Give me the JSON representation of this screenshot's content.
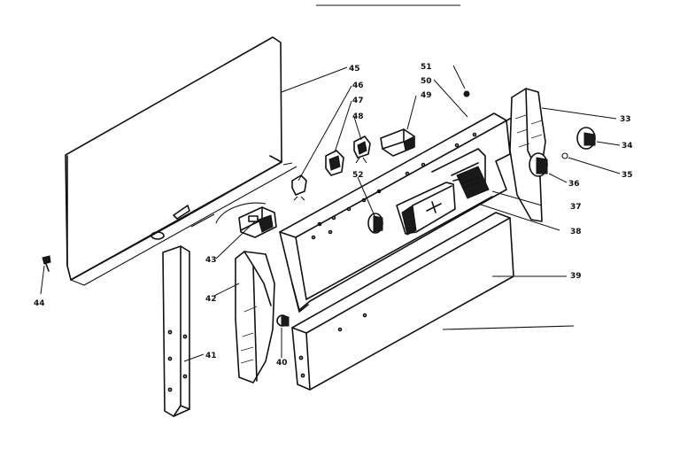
{
  "callouts": {
    "c45": "45",
    "c51": "51",
    "c50": "50",
    "c49": "49",
    "c46": "46",
    "c47": "47",
    "c48": "48",
    "c33": "33",
    "c34": "34",
    "c35": "35",
    "c36": "36",
    "c37": "37",
    "c38": "38",
    "c39": "39",
    "c52": "52",
    "c43": "43",
    "c42": "42",
    "c44": "44",
    "c41": "41",
    "c40": "40"
  }
}
